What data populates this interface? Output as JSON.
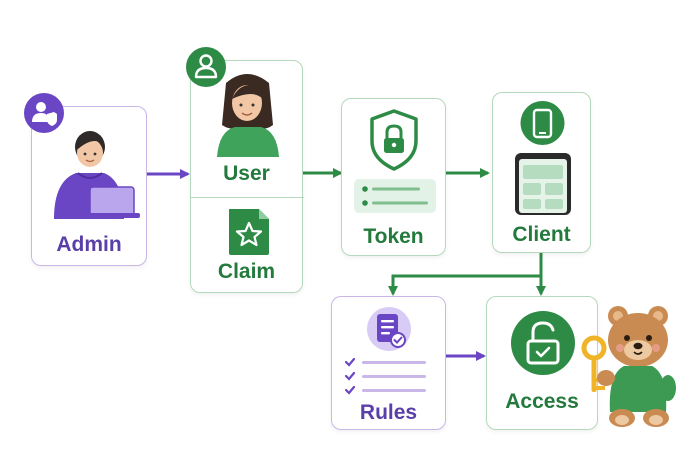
{
  "nodes": {
    "admin": {
      "label": "Admin"
    },
    "user": {
      "label": "User"
    },
    "claim": {
      "label": "Claim"
    },
    "token": {
      "label": "Token"
    },
    "client": {
      "label": "Client"
    },
    "rules": {
      "label": "Rules"
    },
    "access": {
      "label": "Access"
    }
  },
  "edges": [
    {
      "from": "Admin",
      "to": "User"
    },
    {
      "from": "User",
      "to": "Token"
    },
    {
      "from": "Token",
      "to": "Client"
    },
    {
      "from": "Client",
      "to": "Rules"
    },
    {
      "from": "Client",
      "to": "Access"
    },
    {
      "from": "Rules",
      "to": "Access"
    }
  ],
  "colors": {
    "purple": "#6a45c4",
    "purple_light": "#c9b7e8",
    "green": "#2e8b46",
    "green_light": "#b4d9bc",
    "bear": "#c98b52",
    "key": "#f0b429"
  },
  "icons": {
    "admin_badge": "user-shield-icon",
    "user_badge": "user-icon",
    "claim": "document-star-icon",
    "token": "shield-lock-icon",
    "client": "smartphone-icon",
    "rules": "document-check-icon",
    "access": "unlocked-padlock-icon",
    "mascot": "teddy-bear-with-key"
  }
}
